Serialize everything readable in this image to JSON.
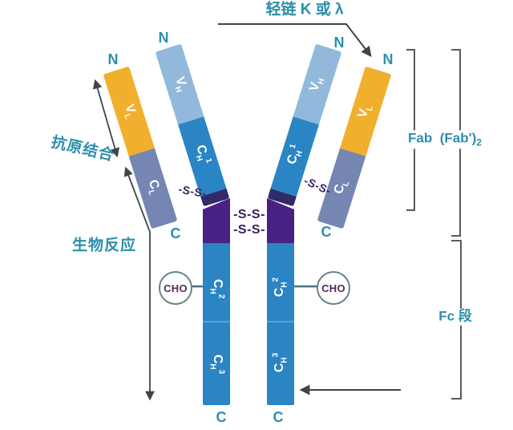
{
  "title": "轻链 K 或 λ",
  "terminals": {
    "n": "N",
    "c": "C"
  },
  "annotations": {
    "antigen_binding": "抗原结合",
    "bio_response": "生物反应",
    "fab": "Fab",
    "fab_prime": "(Fab')",
    "fab_prime_sub": "2",
    "fc": "Fc 段",
    "cho": "CHO",
    "disulfide": "-S-S-"
  },
  "domains": {
    "vl": {
      "base": "V",
      "sub": "L"
    },
    "cl": {
      "base": "C",
      "sub": "L"
    },
    "vh": {
      "base": "V",
      "sub": "H"
    },
    "ch1": {
      "base": "C",
      "sub": "H",
      "sup": "1"
    },
    "ch2": {
      "base": "C",
      "sub": "H",
      "sup": "2"
    },
    "ch3": {
      "base": "C",
      "sub": "H",
      "sup": "3"
    }
  },
  "colors": {
    "heavy_chain_blue": "#2b84c4",
    "variable_heavy_lightblue": "#92b9db",
    "variable_light_yellow": "#f0b02d",
    "constant_light_gray": "#7686b2",
    "hinge_purple": "#482182",
    "disulfide_purple": "#3a1d5e",
    "label_teal": "#2b8fab",
    "cho_text_purple": "#53285a",
    "line_gray": "#3f444a"
  }
}
